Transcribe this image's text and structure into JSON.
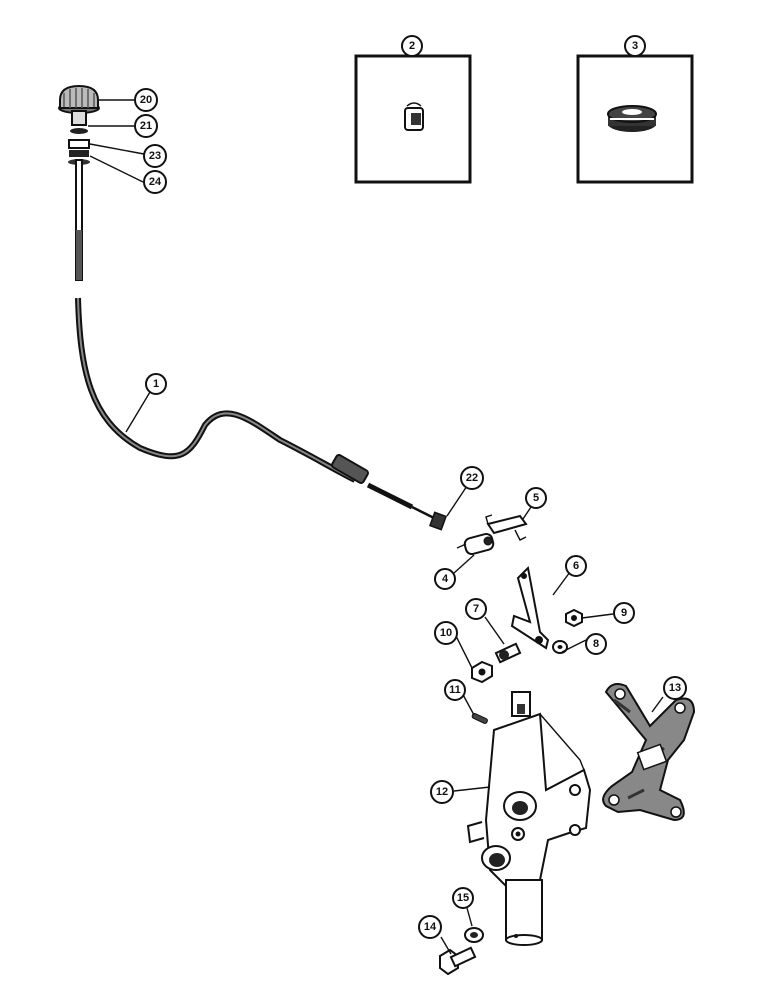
{
  "callouts": {
    "c1": "1",
    "c2": "2",
    "c3": "3",
    "c4": "4",
    "c5": "5",
    "c6": "6",
    "c7": "7",
    "c8": "8",
    "c9": "9",
    "c10": "10",
    "c11": "11",
    "c12": "12",
    "c13": "13",
    "c14": "14",
    "c15": "15",
    "c20": "20",
    "c21": "21",
    "c22": "22",
    "c23": "23",
    "c24": "24"
  }
}
